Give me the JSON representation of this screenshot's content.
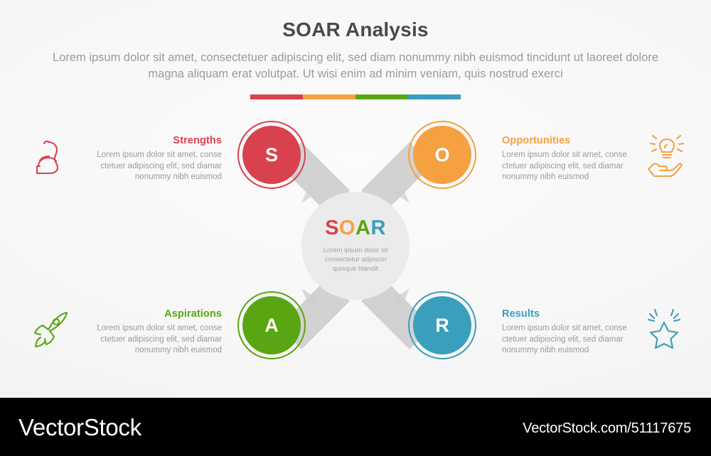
{
  "header": {
    "title": "SOAR Analysis",
    "subtitle": "Lorem ipsum dolor sit amet, consectetuer adipiscing elit, sed diam nonummy nibh euismod tincidunt ut laoreet dolore magna aliquam erat volutpat. Ut wisi enim ad minim veniam, quis nostrud exerci"
  },
  "colorbar": [
    {
      "name": "segment-strengths",
      "color": "#d9414f"
    },
    {
      "name": "segment-opportunities",
      "color": "#f5a142"
    },
    {
      "name": "segment-aspirations",
      "color": "#5aa512"
    },
    {
      "name": "segment-results",
      "color": "#3a9ebd"
    }
  ],
  "center": {
    "word": "SOAR",
    "letters": [
      {
        "char": "S",
        "color": "#d9414f"
      },
      {
        "char": "O",
        "color": "#f5a142"
      },
      {
        "char": "A",
        "color": "#5aa512"
      },
      {
        "char": "R",
        "color": "#3a9ebd"
      }
    ],
    "description": "Lorem ipsum dolor sit consectetur adpiscin quisque blandit"
  },
  "nodes": [
    {
      "key": "strengths",
      "letter": "S",
      "color": "#d9414f"
    },
    {
      "key": "opportunities",
      "letter": "O",
      "color": "#f5a142"
    },
    {
      "key": "aspirations",
      "letter": "A",
      "color": "#5aa512"
    },
    {
      "key": "results",
      "letter": "R",
      "color": "#3a9ebd"
    }
  ],
  "blocks": {
    "strengths": {
      "heading": "Strengths",
      "color": "#d9414f",
      "body": "Lorem ipsum dolor sit amet, conse ctetuer adipiscing elit, sed diamar nonummy nibh euismod",
      "icon": "muscle-arm-icon"
    },
    "opportunities": {
      "heading": "Opportunities",
      "color": "#f5a142",
      "body": "Lorem ipsum dolor sit amet, conse ctetuer adipiscing elit, sed diamar nonummy nibh euismod",
      "icon": "hand-lightbulb-icon"
    },
    "aspirations": {
      "heading": "Aspirations",
      "color": "#5aa512",
      "body": "Lorem ipsum dolor sit amet, conse ctetuer adipiscing elit, sed diamar nonummy nibh euismod",
      "icon": "rocket-icon"
    },
    "results": {
      "heading": "Results",
      "color": "#3a9ebd",
      "body": "Lorem ipsum dolor sit amet, conse ctetuer adipiscing elit, sed diamar nonummy nibh euismod",
      "icon": "shining-star-icon"
    }
  },
  "footer": {
    "brand": "VectorStock",
    "credit": "VectorStock.com/51117675"
  }
}
